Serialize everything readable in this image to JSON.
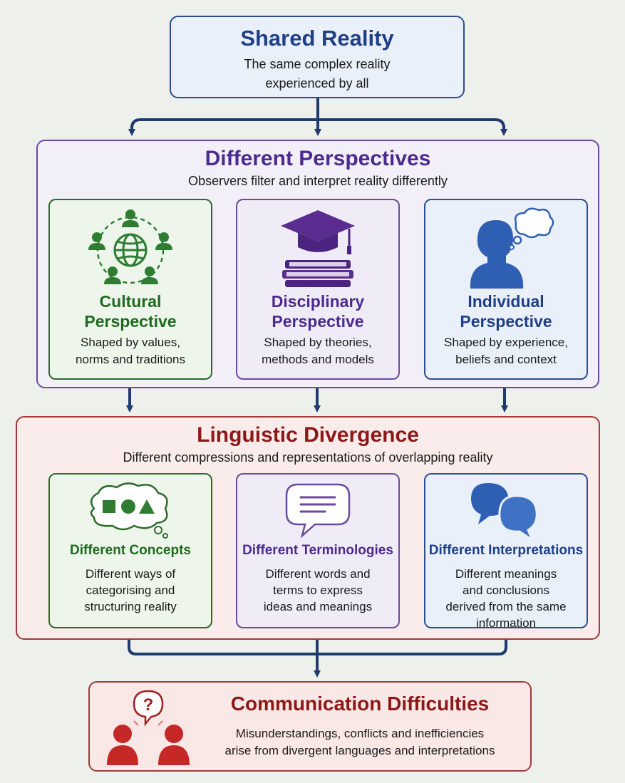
{
  "shared_reality": {
    "title": "Shared Reality",
    "line1": "The same complex reality",
    "line2": "experienced by all"
  },
  "perspectives": {
    "title": "Different Perspectives",
    "subtitle": "Observers filter and interpret reality differently",
    "cards": [
      {
        "title1": "Cultural",
        "title2": "Perspective",
        "desc1": "Shaped by values,",
        "desc2": "norms and traditions",
        "icon": "globe-people-icon"
      },
      {
        "title1": "Disciplinary",
        "title2": "Perspective",
        "desc1": "Shaped by theories,",
        "desc2": "methods and models",
        "icon": "graduation-cap-books-icon"
      },
      {
        "title1": "Individual",
        "title2": "Perspective",
        "desc1": "Shaped by experience,",
        "desc2": "beliefs and context",
        "icon": "person-thought-icon"
      }
    ]
  },
  "linguistic": {
    "title": "Linguistic Divergence",
    "subtitle": "Different compressions and representations of overlapping reality",
    "cards": [
      {
        "title": "Different Concepts",
        "desc1": "Different ways of",
        "desc2": "categorising and",
        "desc3": "structuring reality",
        "desc4": "",
        "icon": "shapes-thought-icon"
      },
      {
        "title": "Different Terminologies",
        "desc1": "Different words and",
        "desc2": "terms to express",
        "desc3": "ideas and meanings",
        "desc4": "",
        "icon": "speech-bubble-icon"
      },
      {
        "title": "Different Interpretations",
        "desc1": "Different meanings",
        "desc2": "and conclusions",
        "desc3": "derived from the same",
        "desc4": "information",
        "icon": "chat-bubbles-icon"
      }
    ]
  },
  "communication": {
    "title": "Communication Difficulties",
    "desc1": "Misunderstandings, conflicts and inefficiencies",
    "desc2": "arise from divergent languages and interpretations",
    "question_mark": "?",
    "icon": "confused-people-icon"
  },
  "colors": {
    "blue": "#2d4d8f",
    "purple": "#6a4a9e",
    "green": "#2e6b2d",
    "red": "#a13a3a",
    "arrow": "#1f3a6e"
  }
}
